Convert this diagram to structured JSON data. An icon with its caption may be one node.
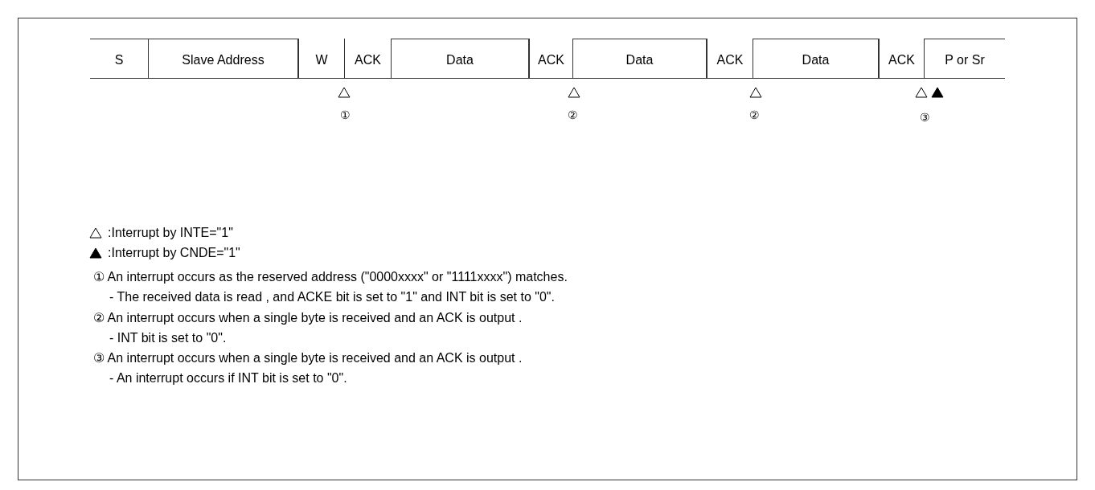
{
  "diagram": {
    "nodes": [
      {
        "text": [
          "S"
        ]
      },
      {
        "text": [
          "Slave Address"
        ]
      },
      {
        "text": [
          "W"
        ]
      },
      {
        "text": [
          "ACK"
        ]
      },
      {
        "text": [
          "Data"
        ]
      },
      {
        "text": [
          "ACK"
        ]
      },
      {
        "text": [
          "Data"
        ]
      },
      {
        "text": [
          "ACK"
        ]
      },
      {
        "text": [
          "Data"
        ]
      },
      {
        "text": [
          "ACK"
        ]
      },
      {
        "text": [
          "P or Sr"
        ]
      }
    ],
    "edges": [],
    "labels": [
      "①",
      "②",
      "②",
      "③",
      "① An interrupt occurs as the reserved address (\"0000xxxx\" or \"1111xxxx\") matches.",
      "- The received data is read , and ACKE bit is set to \"1\" and INT bit is set to \"0\".",
      "② An interrupt occurs when a single byte is received and an ACK is output .",
      "- INT bit is set to \"0\".",
      "③ An interrupt occurs when a single byte is received and an ACK is output .",
      "- An interrupt occurs if INT bit is set to \"0\"."
    ],
    "legend": [
      {
        "text": ":Interrupt by INTE=\"1\""
      },
      {
        "text": ":Interrupt by CNDE=\"1\""
      }
    ]
  }
}
